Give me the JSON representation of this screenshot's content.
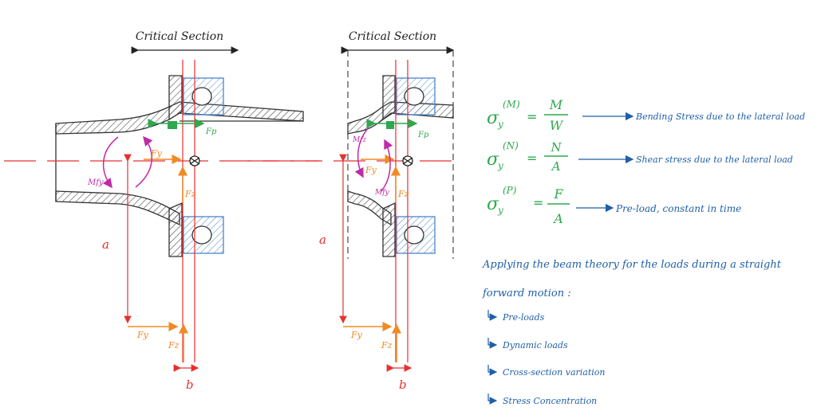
{
  "colors": {
    "red": "#e83030",
    "orange": "#f08a24",
    "green": "#2fa84f",
    "magenta": "#c02aa8",
    "blue": "#1f5fa8",
    "steel": "#4a4a4a",
    "bearing": "#4a86c8"
  },
  "left_figure": {
    "critical_section": "Critical Section",
    "dim_a": "a",
    "dim_b": "b",
    "labels": {
      "mfy": "Mfy",
      "fy": "Fy",
      "fz": "Fz",
      "fp": "Fp",
      "fy_bottom": "Fy",
      "fz_bottom": "Fz"
    }
  },
  "right_figure": {
    "critical_section": "Critical Section",
    "dim_a": "a",
    "dim_b": "b",
    "labels": {
      "mfz": "Mfz",
      "fy": "Fy",
      "mfy": "Mfy",
      "fz": "Fz",
      "fp": "Fp",
      "fy_bottom": "Fy",
      "fz_bottom": "Fz"
    }
  },
  "equations": [
    {
      "symbol": "σ",
      "sub": "y",
      "sup": "(M)",
      "numerator": "M",
      "denominator": "W",
      "description": "Bending Stress due to the lateral load"
    },
    {
      "symbol": "σ",
      "sub": "y",
      "sup": "(N)",
      "numerator": "N",
      "denominator": "A",
      "description": "Shear stress due to the lateral load"
    },
    {
      "symbol": "σ",
      "sub": "y",
      "sup": "(P)",
      "numerator": "F",
      "denominator": "A",
      "description": "Pre-load, constant in time"
    }
  ],
  "notes": {
    "line1": "Applying the beam theory for the loads during a straight",
    "line2": "forward motion :",
    "items": [
      "Pre-loads",
      "Dynamic loads",
      "Cross-section variation",
      "Stress Concentration"
    ]
  }
}
